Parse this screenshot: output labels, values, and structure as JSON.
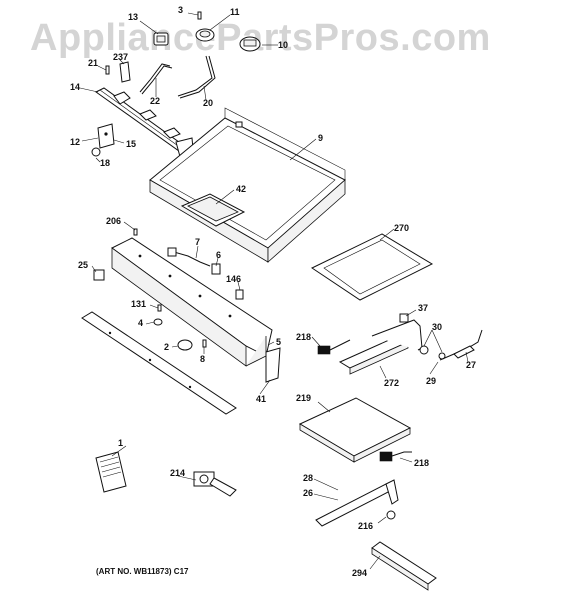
{
  "watermark": "AppliancePartsPros.com",
  "art_number": "(ART NO. WB11873) C17",
  "callouts": {
    "c1": "1",
    "c2": "2",
    "c3": "3",
    "c4": "4",
    "c5": "5",
    "c6": "6",
    "c7": "7",
    "c8": "8",
    "c9": "9",
    "c10": "10",
    "c11": "11",
    "c12": "12",
    "c13": "13",
    "c14": "14",
    "c15": "15",
    "c18": "18",
    "c20": "20",
    "c21": "21",
    "c22": "22",
    "c25": "25",
    "c26": "26",
    "c27": "27",
    "c28": "28",
    "c29": "29",
    "c30": "30",
    "c37": "37",
    "c41": "41",
    "c42": "42",
    "c131": "131",
    "c146": "146",
    "c206": "206",
    "c214": "214",
    "c216": "216",
    "c218a": "218",
    "c218b": "218",
    "c219": "219",
    "c237": "237",
    "c270": "270",
    "c272": "272",
    "c294": "294"
  }
}
